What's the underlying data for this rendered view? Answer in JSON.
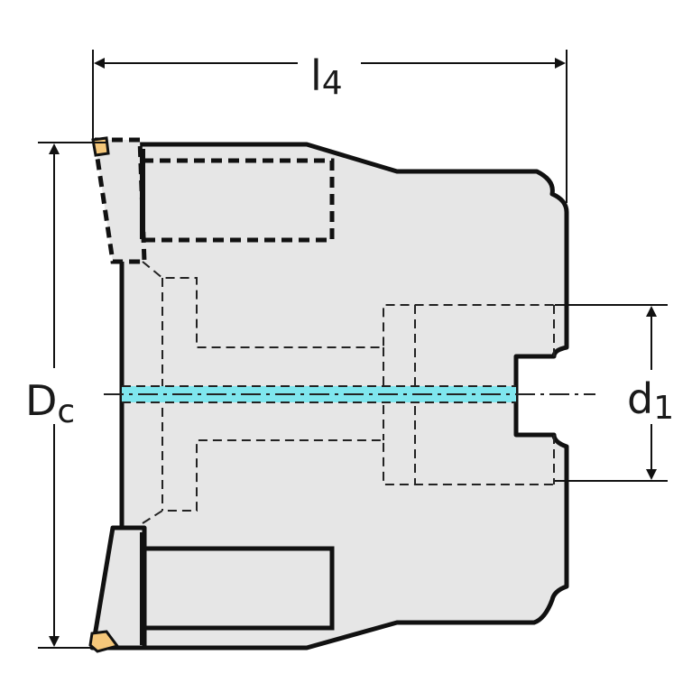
{
  "labels": {
    "overall_length": {
      "main": "l",
      "sub": "4"
    },
    "cutting_diameter": {
      "main": "D",
      "sub": "c"
    },
    "bore_diameter": {
      "main": "d",
      "sub": "1"
    }
  },
  "colors": {
    "body_fill": "#e6e6e6",
    "outline": "#111111",
    "coolant_channel": "#7fe6ee",
    "insert": "#f5c77a",
    "dimension_line": "#111111"
  }
}
